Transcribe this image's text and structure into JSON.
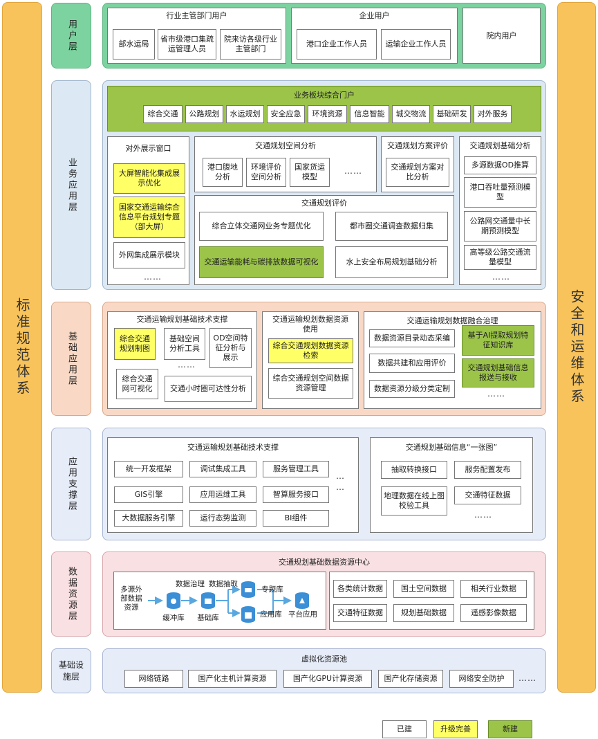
{
  "pillars": {
    "left": "标准规范体系",
    "right": "安全和运维体系"
  },
  "layers": {
    "user": "用户层",
    "business": "业务应用层",
    "basic": "基础应用层",
    "support": "应用支撑层",
    "data": "数据资源层",
    "infra": "基础设施层"
  },
  "user_layer": {
    "gov_title": "行业主管部门用户",
    "gov_items": [
      "部水运局",
      "省市级港口集疏运管理人员",
      "院来访各级行业主管部门"
    ],
    "ent_title": "企业用户",
    "ent_items": [
      "港口企业工作人员",
      "运输企业工作人员"
    ],
    "internal": "院内用户"
  },
  "business_layer": {
    "portal_title": "业务板块综合门户",
    "portal_items": [
      "综合交通",
      "公路规划",
      "水运规划",
      "安全应急",
      "环境资源",
      "信息智能",
      "城交物流",
      "基础研发",
      "对外服务"
    ],
    "display_title": "对外展示窗口",
    "display_items": [
      "大屏智能化集成展示优化",
      "国家交通运输综合信息平台规划专题（部大屏）",
      "外网集成展示模块",
      "……"
    ],
    "spatial_title": "交通规划空间分析",
    "spatial_items": [
      "港口腹地分析",
      "环境评价空间分析",
      "国家货运模型",
      "……"
    ],
    "scheme_title": "交通规划方案评价",
    "scheme_items": [
      "交通规划方案对比分析"
    ],
    "eval_title": "交通规划评价",
    "eval_items": [
      "综合立体交通网业务专题优化",
      "都市圈交通调查数据归集",
      "交通运输能耗与碳排放数据可视化",
      "水上安全布局规划基础分析"
    ],
    "base_title": "交通规划基础分析",
    "base_items": [
      "多源数据OD推算",
      "港口吞吐量预测模型",
      "公路网交通量中长期预测模型",
      "高等级公路交通流量模型",
      "……"
    ]
  },
  "basic_layer": {
    "tech_title": "交通运输规划基础技术支撑",
    "tech_items": [
      "综合交通规划制图",
      "基础空间分析工具",
      "OD空间特征分析与展示",
      "……",
      "综合交通网可视化",
      "交通小时圈可达性分析"
    ],
    "use_title": "交通运输规划数据资源使用",
    "use_items": [
      "综合交通规划数据资源检索",
      "综合交通规划空间数据资源管理"
    ],
    "gov_title": "交通运输规划数据融合治理",
    "gov_items": [
      "数据资源目录动态采编",
      "基于AI提取规划特征知识库",
      "数据共建和应用评价",
      "交通规划基础信息报送与接收",
      "数据资源分级分类定制",
      "……"
    ]
  },
  "support_layer": {
    "tech_title": "交通运输规划基础技术支撑",
    "tech_items": [
      "统一开发框架",
      "调试集成工具",
      "服务管理工具",
      "GIS引擎",
      "应用运维工具",
      "智算服务接口",
      "大数据服务引擎",
      "运行态势监测",
      "BI组件"
    ],
    "tech_more": "…",
    "map_title": "交通规划基础信息“一张图”",
    "map_items": [
      "抽取转换接口",
      "服务配置发布",
      "地理数据在线上图校验工具",
      "交通特征数据",
      "……"
    ]
  },
  "data_layer": {
    "title": "交通规划基础数据资源中心",
    "flow_labels": [
      "多源外部数据资源",
      "数据治理",
      "数据抽取",
      "缓冲库",
      "基础库",
      "专题库",
      "应用库",
      "平台应用"
    ],
    "items": [
      "各类统计数据",
      "国土空间数据",
      "相关行业数据",
      "交通特征数据",
      "规划基础数据",
      "遥感影像数据"
    ]
  },
  "infra_layer": {
    "title": "虚拟化资源池",
    "items": [
      "网络链路",
      "国产化主机计算资源",
      "国产化GPU计算资源",
      "国产化存储资源",
      "网络安全防护",
      "……"
    ]
  },
  "legend": [
    "已建",
    "升级完善",
    "新建"
  ],
  "colors": {
    "pillar": "#f8c35a",
    "user": "#7dd3a0",
    "business": "#dce8f3",
    "basic": "#f9d9c6",
    "support": "#e6ecf8",
    "data": "#f9e0e2",
    "infra": "#e6ecf8",
    "upgrade": "#ffff66",
    "new": "#9bc449"
  }
}
